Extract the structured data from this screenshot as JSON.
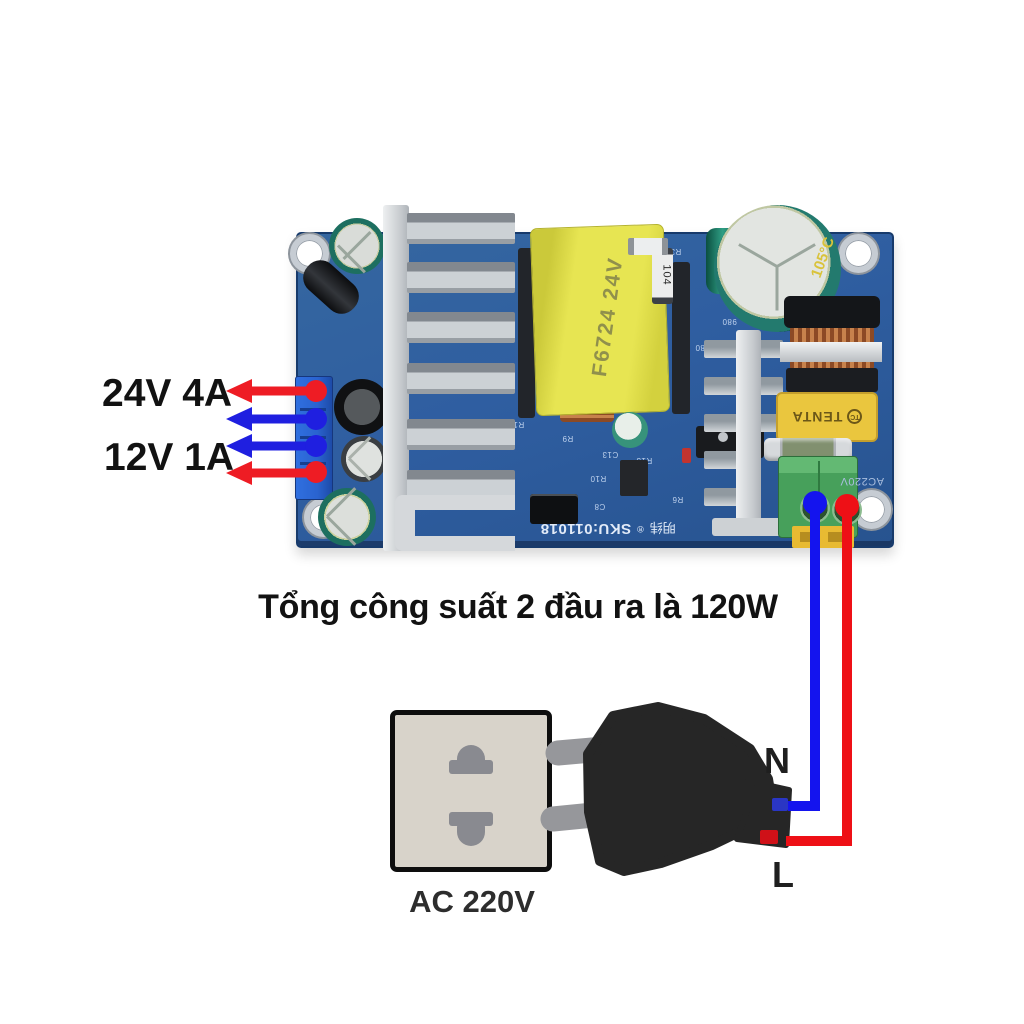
{
  "annotations": {
    "outputs": [
      {
        "label": "24V 4A"
      },
      {
        "label": "12V 1A"
      }
    ],
    "total_power_note": "Tổng công suất 2 đầu ra là 120W",
    "mains": {
      "socket_label": "AC 220V",
      "neutral_label": "N",
      "live_label": "L"
    }
  },
  "board": {
    "silkscreen": {
      "brand_cjk": "明纬",
      "reg_mark": "®",
      "sku": "SKU:011018",
      "ac_input": "AC220V",
      "refs": [
        "R19",
        "R9",
        "R10",
        "C13",
        "R13",
        "C8",
        "R6",
        "R3",
        "680",
        "980"
      ]
    },
    "components": {
      "transformer_label": "F6724 24V",
      "main_capacitor_rating": "105°C",
      "smd_code": "104",
      "film_cap_logo": "TC",
      "film_cap_brand": "TENTA"
    }
  },
  "colors": {
    "pcb_blue": "#2f5ea1",
    "arrow_red": "#ee1c24",
    "arrow_blue": "#1f1fe0",
    "wire_live_red": "#ee1016",
    "wire_neutral_blue": "#1414ee",
    "transformer_yellow": "#e7e552",
    "heatsink_silver": "#d2d5d8",
    "terminal_output_blue": "#2a63cf",
    "terminal_input_green": "#47a05b",
    "film_cap_yellow": "#eac63e",
    "capacitor_teal": "#1d7065",
    "socket_beige": "#d8d3ca",
    "plug_black": "#262626"
  }
}
